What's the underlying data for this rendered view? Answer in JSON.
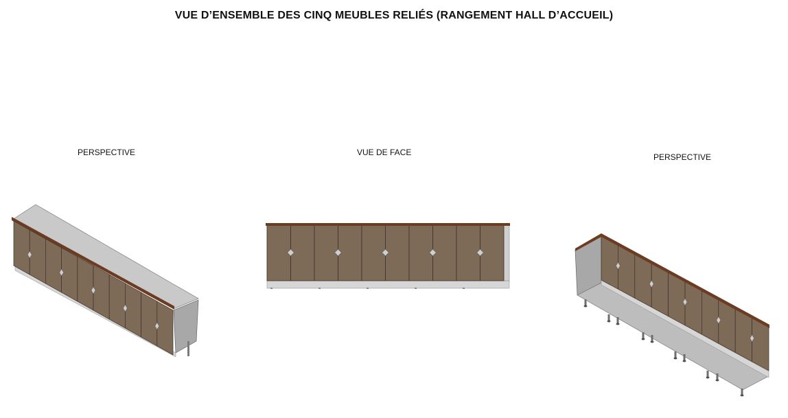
{
  "title": "VUE D’ENSEMBLE DES CINQ MEUBLES RELIÉS (RANGEMENT HALL D’ACCUEIL)",
  "views": {
    "left": {
      "label": "PERSPECTIVE"
    },
    "front": {
      "label": "VUE DE FACE"
    },
    "right": {
      "label": "PERSPECTIVE"
    }
  },
  "cabinet": {
    "units": 5,
    "doors_per_unit": 2
  },
  "colors": {
    "door": "#7d6a57",
    "door_line": "#3d3128",
    "top_edge": "#6b3b22",
    "top_surface": "#c9c9c9",
    "side": "#a8a8a8",
    "plinth": "#d6d6d6",
    "handle": "#cfcfcf"
  }
}
